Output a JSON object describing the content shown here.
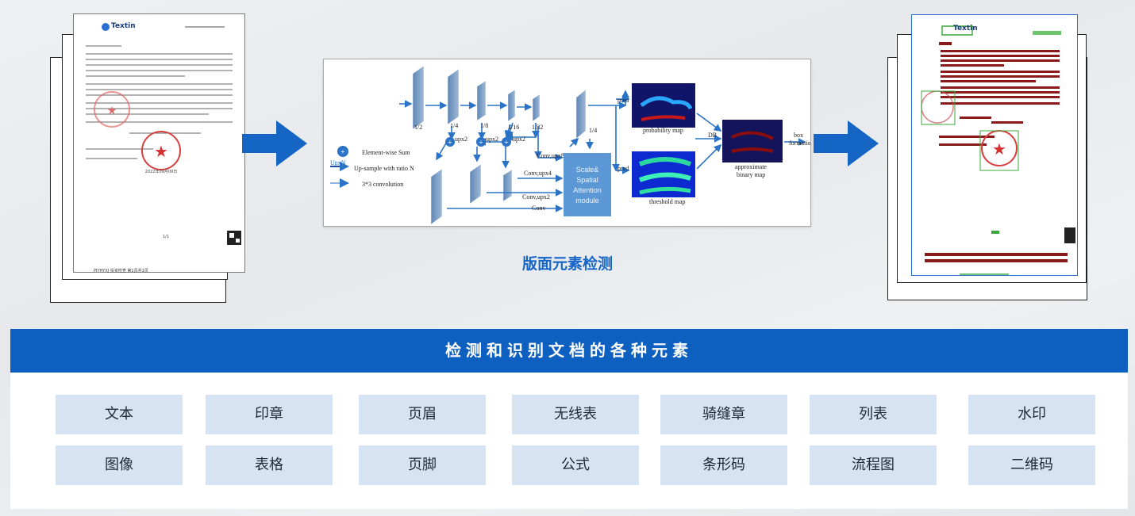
{
  "left_doc": {
    "brand": "Textin",
    "stamp_date": "2022年09月09日",
    "footer": "PIYHYXJ 投资检查 第1页共1页"
  },
  "network": {
    "scales": [
      "1/2",
      "1/4",
      "1/8",
      "1/16",
      "1/32",
      "1/4"
    ],
    "ups": [
      "upx2",
      "upx2",
      "upx2"
    ],
    "convs": [
      "Conv,upx8",
      "Conv,upx4",
      "Conv,upx2",
      "Conv"
    ],
    "legend": [
      "Element-wise Sum",
      "Up-sample with ratio N",
      "3*3 convolution"
    ],
    "legend_up_tag": "UpxN",
    "module_label": [
      "Scale&",
      "Spatial",
      "Attention",
      "module"
    ],
    "pred": "pred",
    "maps": [
      "probability map",
      "threshold map",
      "approximate",
      "binary map"
    ],
    "db": "DB",
    "box": [
      "box",
      "formation"
    ]
  },
  "caption": "版面元素检测",
  "right_doc": {
    "brand": "Textin"
  },
  "banner": "检测和识别文档的各种元素",
  "elements": [
    [
      "文本",
      "印章",
      "页眉",
      "无线表",
      "骑缝章",
      "列表",
      "水印"
    ],
    [
      "图像",
      "表格",
      "页脚",
      "公式",
      "条形码",
      "流程图",
      "二维码"
    ]
  ],
  "colors": {
    "accent": "#0d5fc0",
    "chip": "#d6e3f3",
    "caption": "#1565c8"
  }
}
